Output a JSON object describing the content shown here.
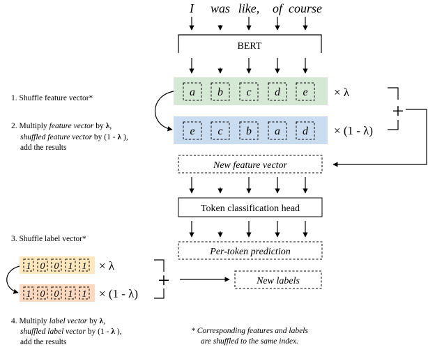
{
  "input_tokens": [
    "I",
    "was",
    "like,",
    "of",
    "course"
  ],
  "encoder_label": "BERT",
  "feature_vector": [
    "a",
    "b",
    "c",
    "d",
    "e"
  ],
  "shuffled_feature_vector": [
    "e",
    "c",
    "b",
    "a",
    "d"
  ],
  "lambda_label": "× λ",
  "one_minus_lambda_label": "× (1 - λ)",
  "plus_symbol": "+",
  "new_feature_vector": "New feature vector",
  "classification_head": "Token classification head",
  "per_token_prediction": "Per-token prediction",
  "new_labels": "New labels",
  "label_vector": [
    "1",
    "0",
    "0",
    "1",
    "1"
  ],
  "shuffled_label_vector": [
    "1",
    "0",
    "0",
    "1",
    "1"
  ],
  "steps": {
    "s1": {
      "text": "1. Shuffle feature vector*"
    },
    "s2": {
      "a": "2. Multiply ",
      "b": "feature vector",
      "c": " by ",
      "d": "λ",
      "e": ",",
      "f": "shuffled feature vector",
      "g": " by (1 - ",
      "h": "λ",
      "i": " ),",
      "j": "add the results"
    },
    "s3": {
      "text": "3. Shuffle label vector*"
    },
    "s4": {
      "a": "4. Multiply ",
      "b": "label vector",
      "c": " by ",
      "d": "λ",
      "e": ",",
      "f": "shuffled label vector",
      "g": " by (1 - ",
      "h": "λ",
      "i": " ),",
      "j": "add the results"
    }
  },
  "footnote": {
    "line1": "* Corresponding features and labels",
    "line2": "are shuffled to the same index."
  },
  "colors": {
    "feature_band": "#d5e8d4",
    "shuffled_feature_band": "#c9dcf0",
    "label_band": "#fde7bd",
    "shuffled_label_band": "#fbd9c0"
  }
}
